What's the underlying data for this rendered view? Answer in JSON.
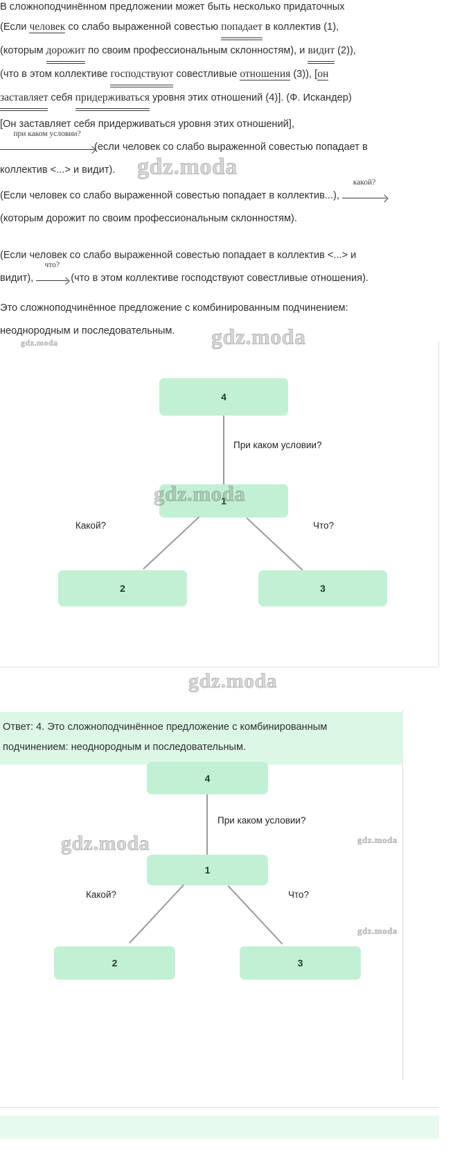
{
  "document": {
    "language": "ru",
    "watermark_text": "gdz.moda",
    "accent_node_color": "#c2f0d4",
    "answer_band_color": "#ddf7e6",
    "edge_color": "#9a9a9a"
  },
  "intro": {
    "clipped_heading": "В сложноподчинённом предложении может быть несколько придаточных"
  },
  "sentence": {
    "l1_a": "(Если ",
    "l1_sub": "человек",
    "l1_b": " со слабо выраженной совестью ",
    "l1_pred": "попадает",
    "l1_c": " в коллектив (1),",
    "l2_a": "(которым ",
    "l2_pred": "дорожит",
    "l2_b": " по своим профессиональным склонностям), и ",
    "l2_pred2": "видит",
    "l2_c": " (2)),",
    "l3_a": "(что в этом коллективе ",
    "l3_pred": "господствуют",
    "l3_b": " совестливые ",
    "l3_sub": "отношения",
    "l3_c": " (3)), [",
    "l3_sub2": "он",
    "l4_pred": "заставляет",
    "l4_a": " себя ",
    "l4_pred2": "придерживаться",
    "l4_b": " уровня этих отношений (4)]. (Ф. Искандер)"
  },
  "analysis": {
    "block1_main": "[Он заставляет себя придерживаться уровня этих отношений],",
    "block1_arrow_label": "при каком условии?",
    "block1_tail": "(если человек со слабо выраженной совестью попадает в",
    "block1_tail2": "коллектив <...> и видит).",
    "block2_main": "(Если человек со слабо выраженной совестью попадает в коллектив...),",
    "block2_arrow_label": "какой?",
    "block2_tail": "(которым дорожит по своим профессиональным склонностям).",
    "block3_main": "(Если человек со слабо выраженной совестью попадает в коллектив <...> и",
    "block3_main2": "видит),",
    "block3_arrow_label": "что?",
    "block3_tail": "(что в этом коллективе господствуют совестливые отношения).",
    "conclusion1": "Это сложноподчинённое предложение с комбинированным подчинением:",
    "conclusion2": "неоднородным и последовательным."
  },
  "diagram1": {
    "nodes": [
      {
        "id": "top",
        "label": "4"
      },
      {
        "id": "middle",
        "label": "1"
      },
      {
        "id": "left",
        "label": "2"
      },
      {
        "id": "right",
        "label": "3"
      }
    ],
    "edge_labels": {
      "top_to_middle": "При каком условии?",
      "middle_to_left": "Какой?",
      "middle_to_right": "Что?"
    }
  },
  "diagram2": {
    "nodes": [
      {
        "id": "top",
        "label": "4"
      },
      {
        "id": "middle",
        "label": "1"
      },
      {
        "id": "left",
        "label": "2"
      },
      {
        "id": "right",
        "label": "3"
      }
    ],
    "edge_labels": {
      "top_to_middle": "При каком условии?",
      "middle_to_left": "Какой?",
      "middle_to_right": "Что?"
    }
  },
  "answer": {
    "line1": "Ответ: 4. Это сложноподчинённое предложение с комбинированным",
    "line2": "подчинением: неоднородным и последовательным."
  }
}
